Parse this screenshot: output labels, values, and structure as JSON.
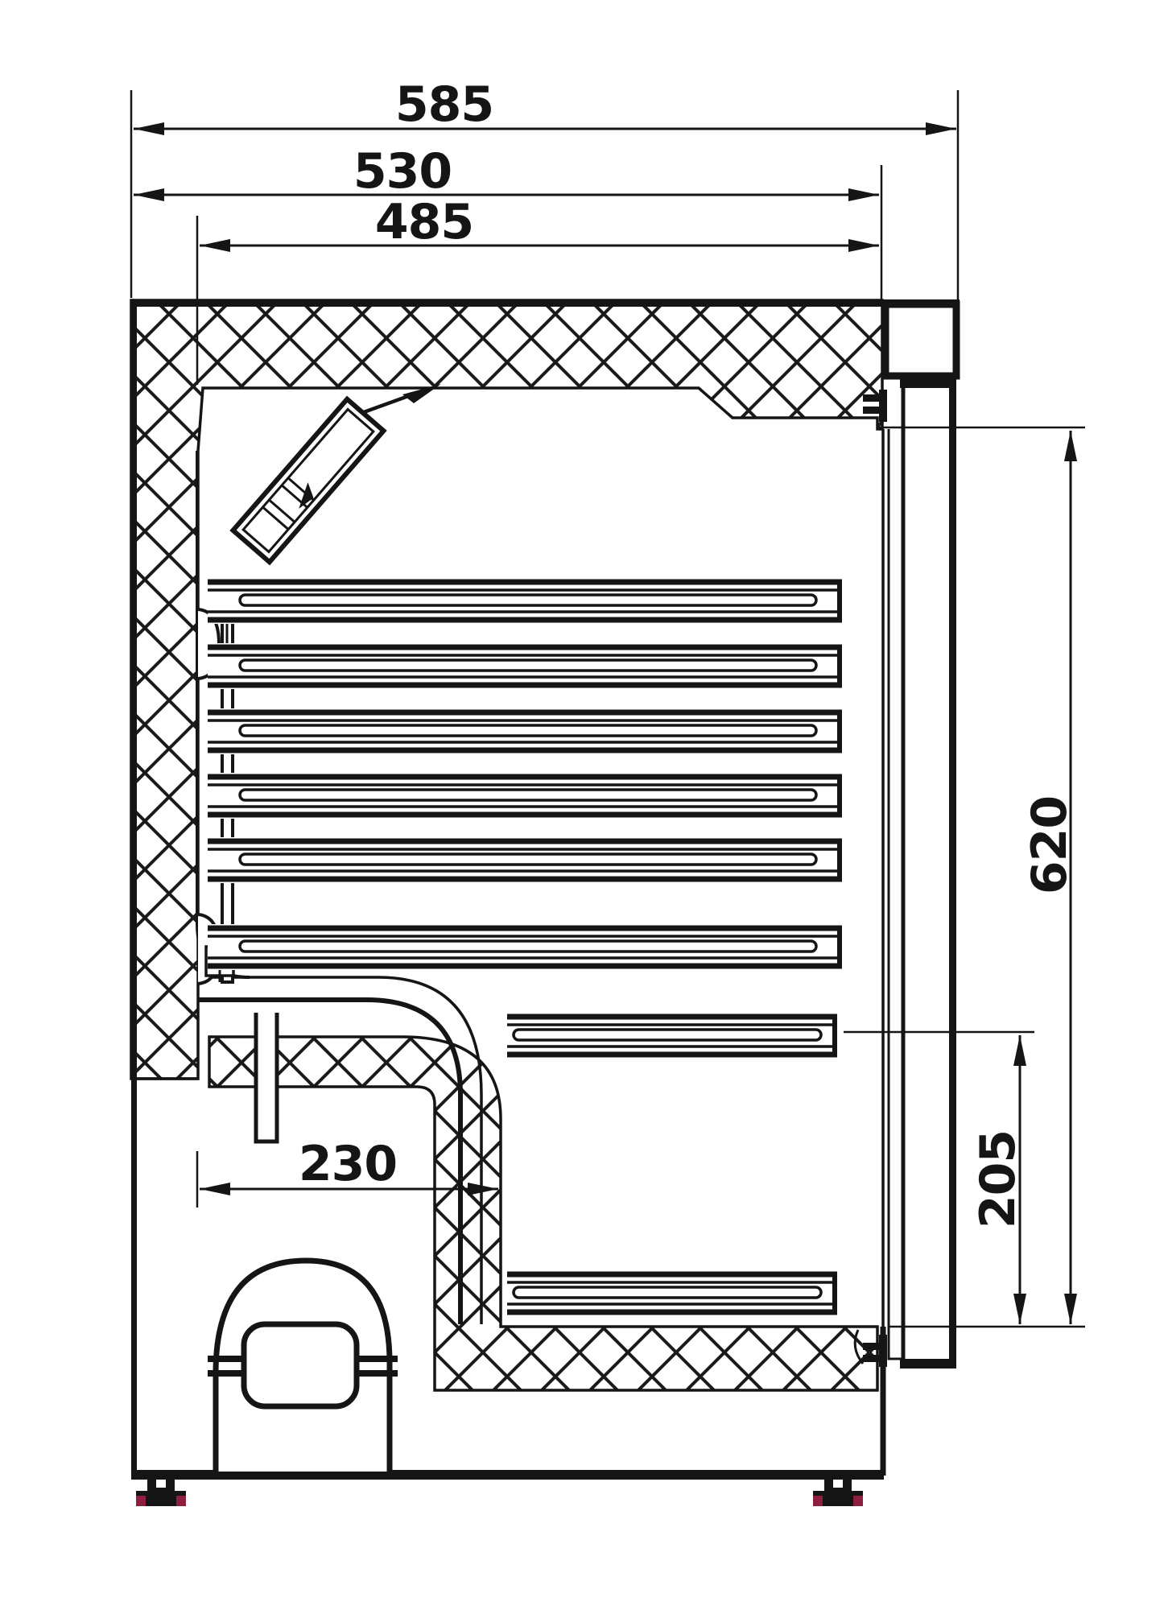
{
  "drawing": {
    "type": "technical-section-drawing",
    "subject": "refrigerated-cabinet-side-section",
    "units": "mm",
    "colors": {
      "line": "#151515",
      "background": "#ffffff",
      "foot_accent_red": "#8e1f3f"
    },
    "dimensions": {
      "overall_depth": {
        "label": "585",
        "orientation": "horizontal",
        "position": "top"
      },
      "body_depth": {
        "label": "530",
        "orientation": "horizontal",
        "position": "top"
      },
      "interior_depth": {
        "label": "485",
        "orientation": "horizontal",
        "position": "top"
      },
      "door_height": {
        "label": "620",
        "orientation": "vertical",
        "position": "right"
      },
      "step_height": {
        "label": "205",
        "orientation": "vertical",
        "position": "right"
      },
      "step_depth": {
        "label": "230",
        "orientation": "horizontal",
        "position": "lower-left"
      }
    }
  }
}
